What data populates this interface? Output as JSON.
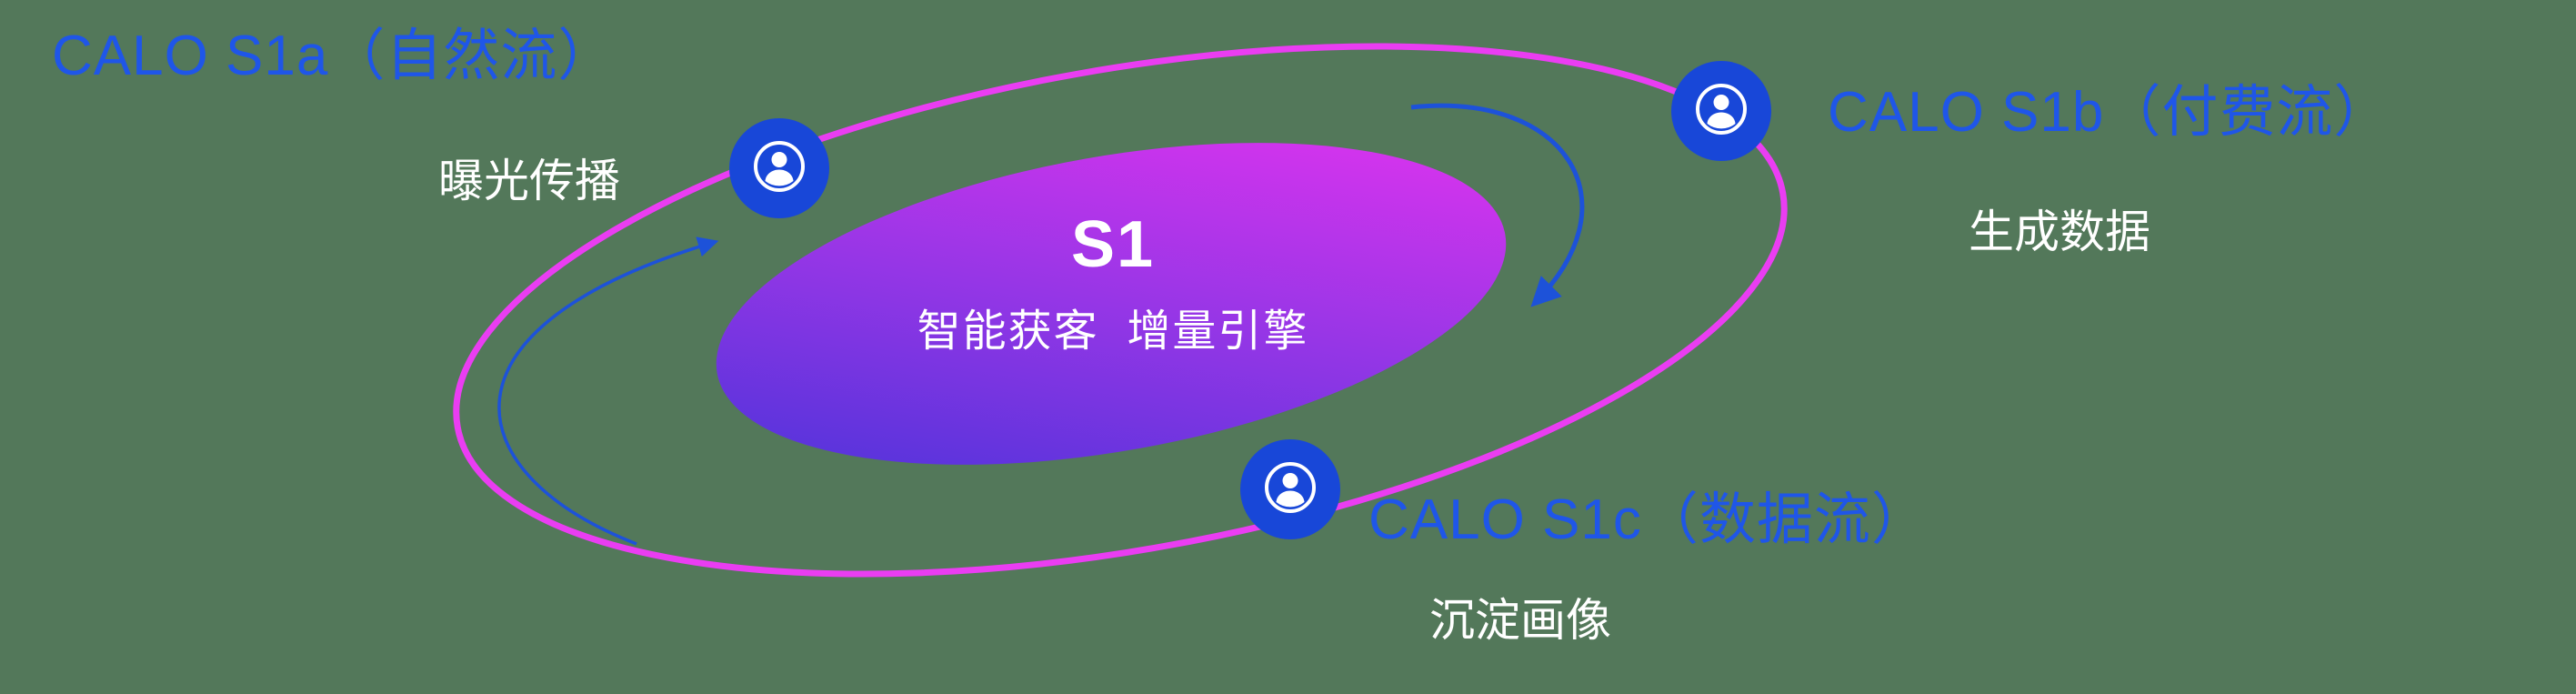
{
  "diagram": {
    "center": {
      "title": "S1",
      "subtitle": "智能获客  增量引擎"
    },
    "nodes": [
      {
        "id": "s1a",
        "label": "CALO S1a（自然流）",
        "sublabel": "曝光传播",
        "icon": "person-icon"
      },
      {
        "id": "s1b",
        "label": "CALO S1b（付费流）",
        "sublabel": "生成数据",
        "icon": "person-icon"
      },
      {
        "id": "s1c",
        "label": "CALO S1c（数据流）",
        "sublabel": "沉淀画像",
        "icon": "person-icon"
      }
    ],
    "colors": {
      "background_green": "#53785a",
      "label_blue": "#1f56e8",
      "node_blue": "#1847d8",
      "arrow_blue": "#1d52d9",
      "orbit_pink": "#ea3df2",
      "core_gradient_start": "#4433d8",
      "core_gradient_mid": "#9636e6",
      "core_gradient_end": "#ea33f0",
      "text_white": "#ffffff"
    }
  }
}
